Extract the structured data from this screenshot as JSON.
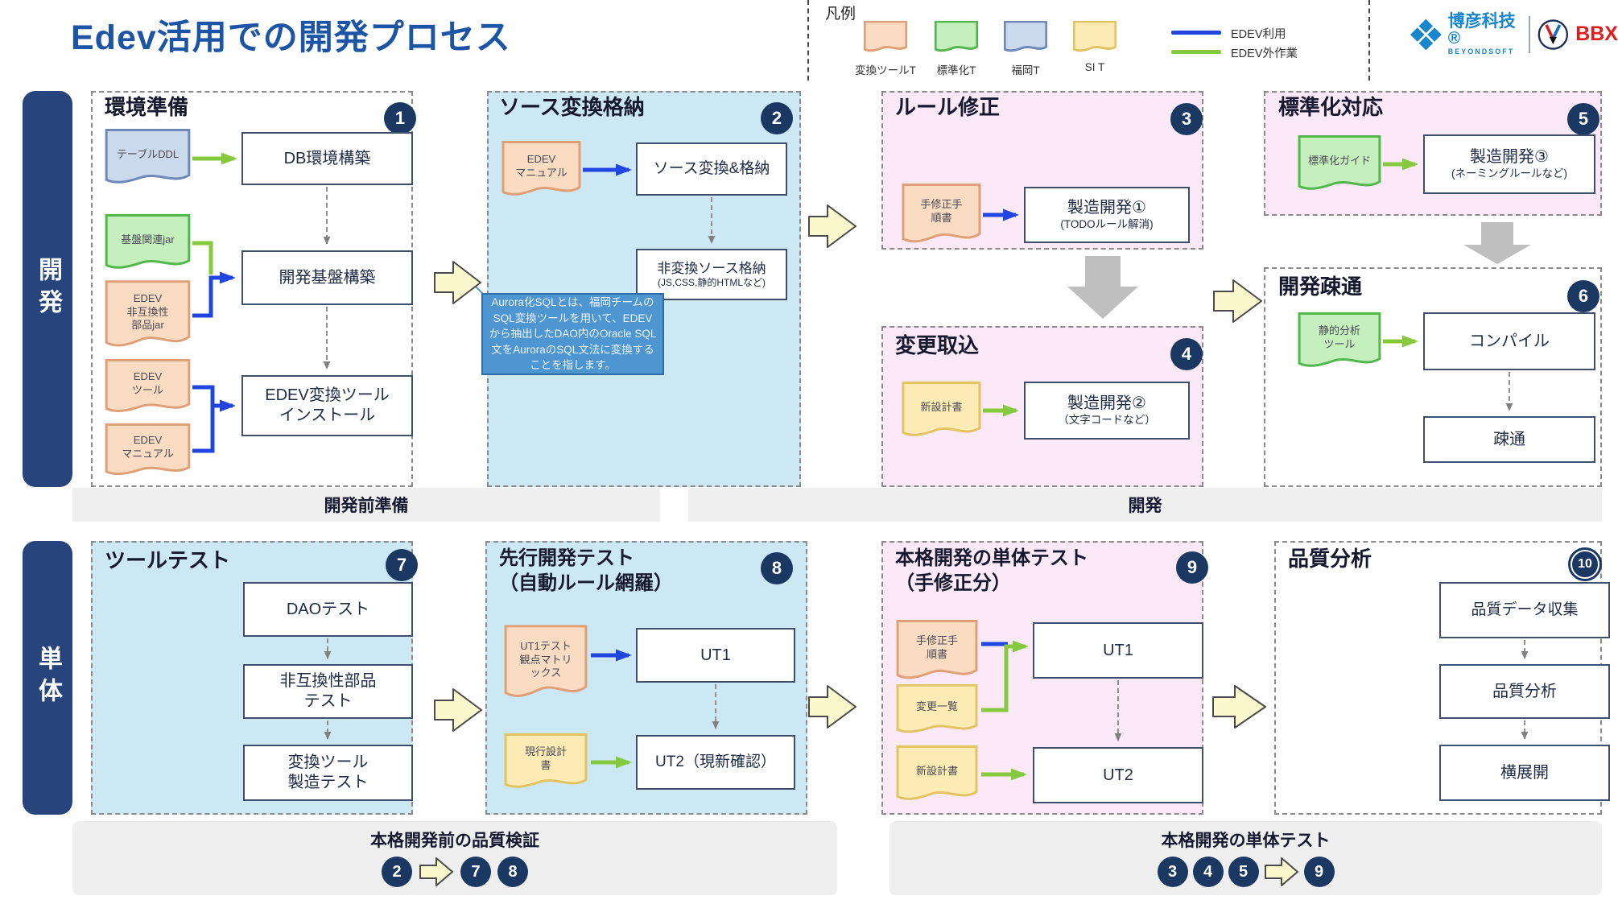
{
  "title": "Edev活用での開発プロセス",
  "legend": {
    "label": "凡例",
    "docs": [
      {
        "label": "変換ツールT",
        "fill": "#FADCC3"
      },
      {
        "label": "標準化T",
        "fill": "#C5F0BE"
      },
      {
        "label": "福岡T",
        "fill": "#CBD9ED"
      },
      {
        "label": "SI T",
        "fill": "#FCEBB5"
      }
    ],
    "lines": [
      {
        "label": "EDEV利用",
        "color": "#2145E0"
      },
      {
        "label": "EDEV外作業",
        "color": "#85C93F"
      }
    ]
  },
  "logo": {
    "cn": "博彦科技®",
    "en": "BEYONDSOFT",
    "bbx": "BBX"
  },
  "rows": {
    "dev": "開発",
    "unit": "単体"
  },
  "sections": {
    "s1": {
      "num": "1",
      "title": "環境準備",
      "doc_ddl": "テーブルDDL",
      "doc_jar": "基盤関連jar",
      "doc_parts": "EDEV\n非互換性\n部品jar",
      "doc_tool": "EDEV\nツール",
      "doc_manual": "EDEV\nマニュアル",
      "step1": "DB環境構築",
      "step2": "開発基盤構築",
      "step3": "EDEV変換ツール\nインストール"
    },
    "s2": {
      "num": "2",
      "title": "ソース変換格納",
      "doc_manual": "EDEV\nマニュアル",
      "step1": "ソース変換&格納",
      "step2": "非変換ソース格納",
      "step2_sub": "(JS,CSS,静的HTMLなど)",
      "note": "Aurora化SQLとは、福岡チームのSQL変換ツールを用いて、EDEVから抽出したDAO内のOracle SQL文をAuroraのSQL文法に変換することを指します。"
    },
    "s3": {
      "num": "3",
      "title": "ルール修正",
      "doc": "手修正手\n順書",
      "step1": "製造開発①",
      "step1_sub": "(TODOルール解消)"
    },
    "s4": {
      "num": "4",
      "title": "変更取込",
      "doc": "新設計書",
      "step1": "製造開発②",
      "step1_sub": "（文字コードなど）"
    },
    "s5": {
      "num": "5",
      "title": "標準化対応",
      "doc": "標準化ガイド",
      "step1": "製造開発③",
      "step1_sub": "(ネーミングルールなど)"
    },
    "s6": {
      "num": "6",
      "title": "開発疎通",
      "doc": "静的分析\nツール",
      "step1": "コンパイル",
      "step2": "疎通"
    },
    "s7": {
      "num": "7",
      "title": "ツールテスト",
      "step1": "DAOテスト",
      "step2": "非互換性部品\nテスト",
      "step3": "変換ツール\n製造テスト"
    },
    "s8": {
      "num": "8",
      "title": "先行開発テスト\n（自動ルール網羅）",
      "doc_matrix": "UT1テスト\n観点マトリ\nックス",
      "doc_design": "現行設計\n書",
      "step1": "UT1",
      "step2": "UT2（現新確認）"
    },
    "s9": {
      "num": "9",
      "title": "本格開発の単体テスト\n（手修正分）",
      "doc_manual": "手修正手\n順書",
      "doc_changes": "変更一覧",
      "doc_design": "新設計書",
      "step1": "UT1",
      "step2": "UT2"
    },
    "s10": {
      "num": "10",
      "title": "品質分析",
      "step1": "品質データ収集",
      "step2": "品質分析",
      "step3": "横展開"
    }
  },
  "strips": {
    "prep": "開発前準備",
    "dev": "開発",
    "quality": {
      "title": "本格開発前の品質検証",
      "b1": "2",
      "b2": "7",
      "b3": "8"
    },
    "unit": {
      "title": "本格開発の単体テスト",
      "b1": "3",
      "b2": "4",
      "b3": "5",
      "b4": "9"
    }
  },
  "colors": {
    "badge_navy": "#1B3863",
    "title_blue": "#1D55A6",
    "edev_line": "#2145E0",
    "external_line": "#85C93F",
    "bg_blue": "#CDE8F5",
    "bg_pink": "#FBE9F7"
  }
}
